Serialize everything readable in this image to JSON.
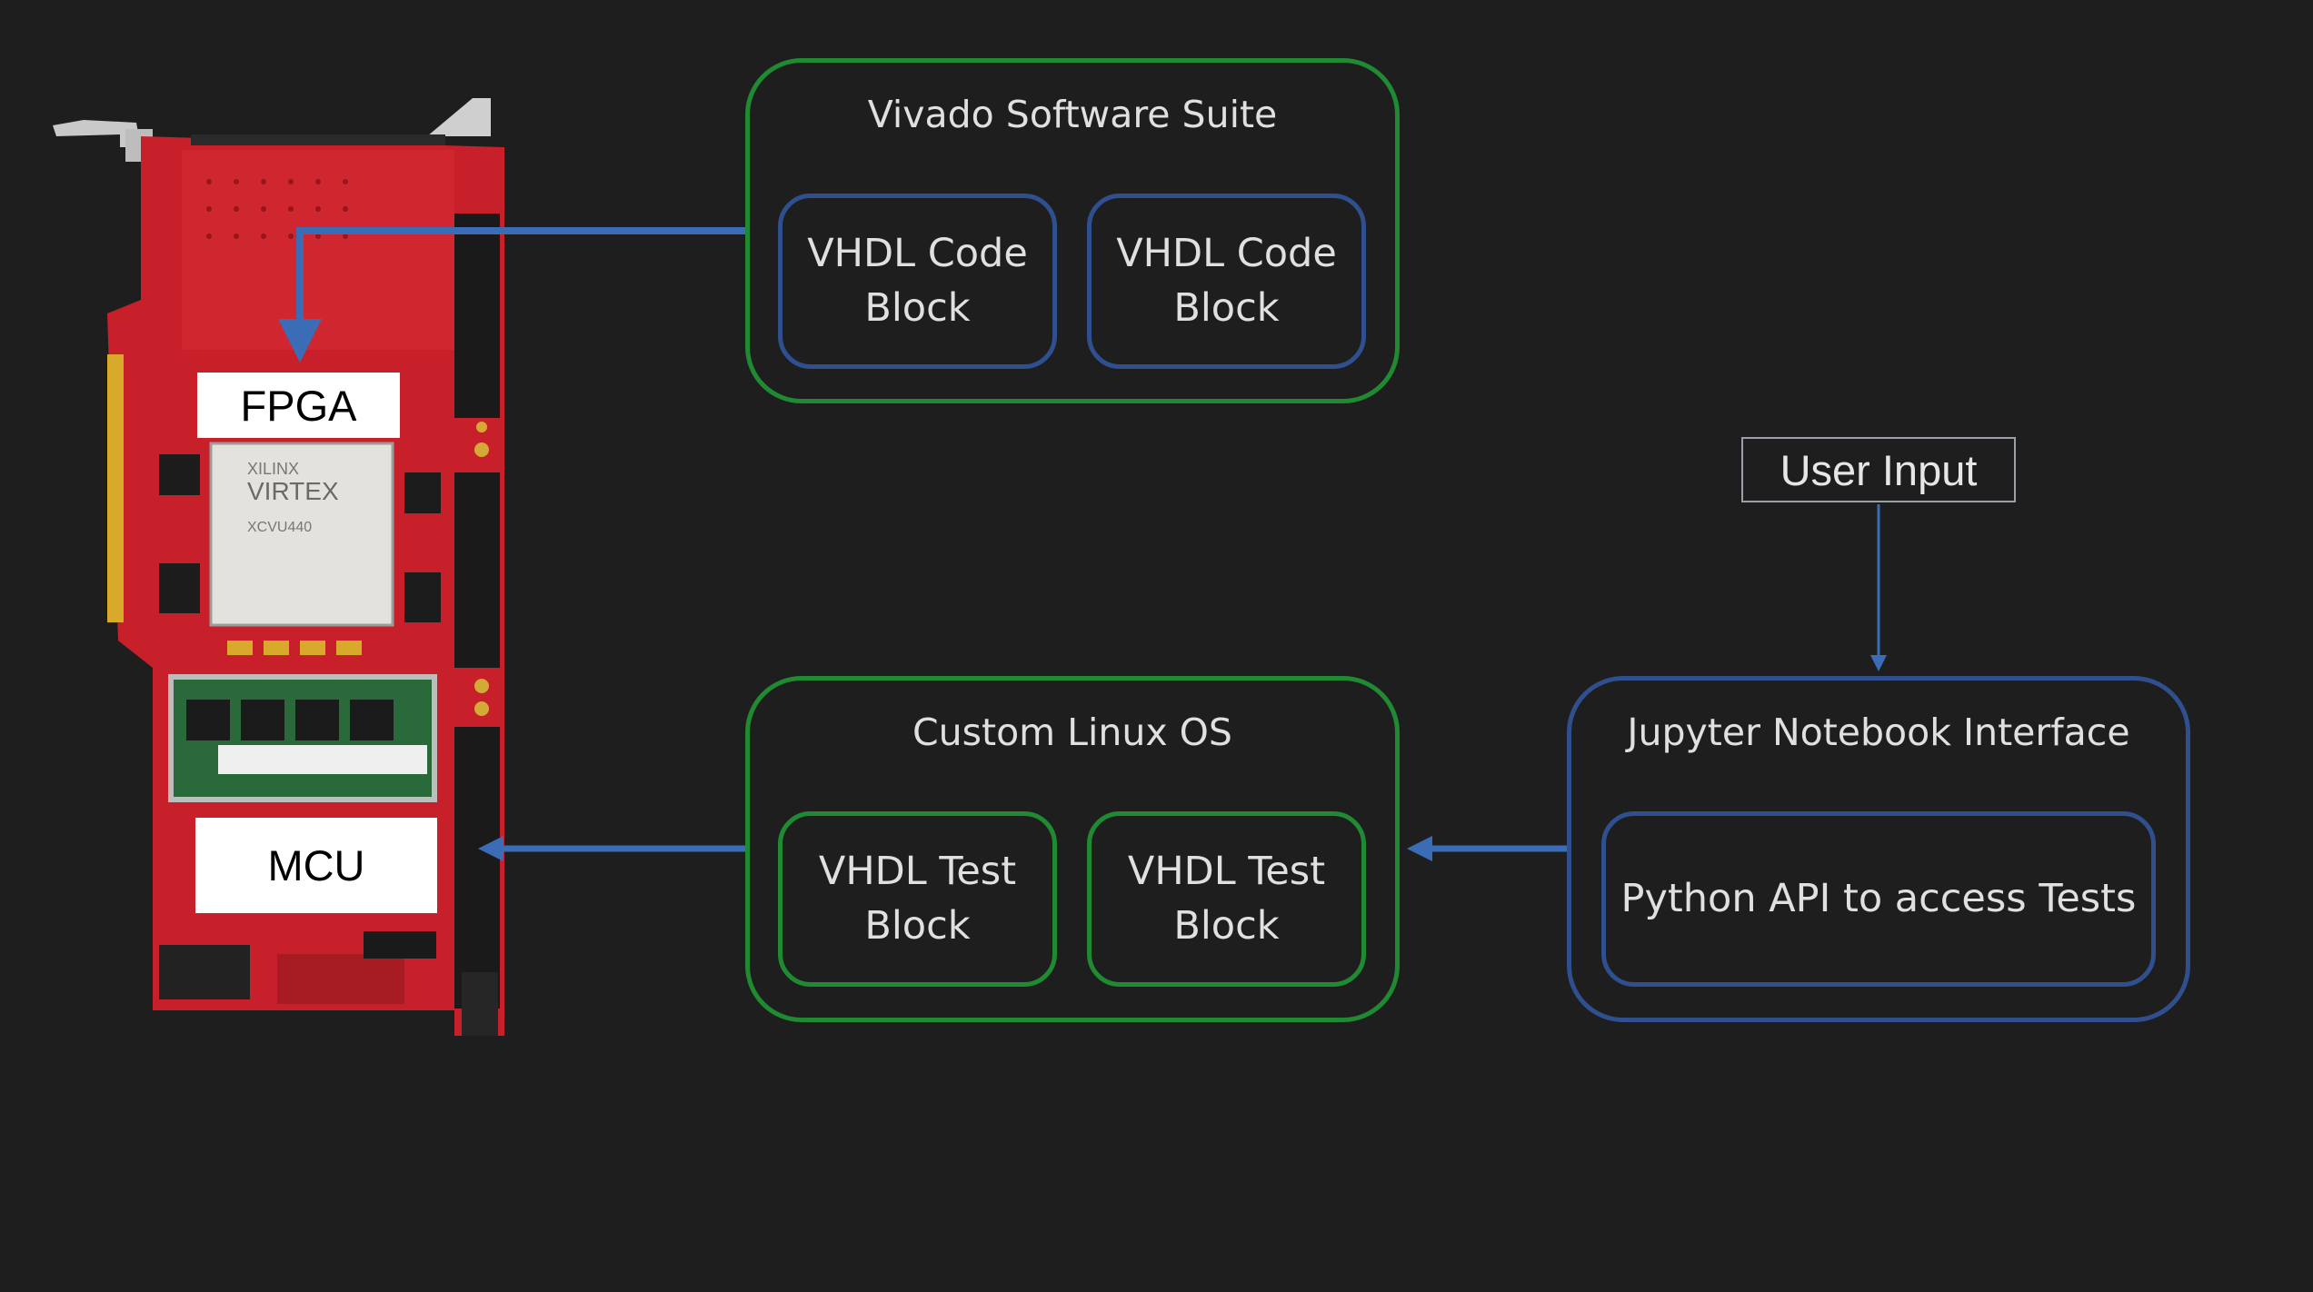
{
  "board": {
    "fpga_label": "FPGA",
    "mcu_label": "MCU",
    "chip_brand": "XILINX",
    "chip_family": "VIRTEX",
    "chip_model": "XCVU440"
  },
  "vivado_group": {
    "title": "Vivado Software Suite",
    "blocks": [
      "VHDL Code Block",
      "VHDL Code Block"
    ]
  },
  "linux_group": {
    "title": "Custom Linux OS",
    "blocks": [
      "VHDL Test Block",
      "VHDL Test Block"
    ]
  },
  "jupyter_group": {
    "title": "Jupyter Notebook Interface",
    "block": "Python API to access Tests"
  },
  "user_input": {
    "label": "User Input"
  },
  "colors": {
    "background": "#1e1e1e",
    "green_border": "#1f8a32",
    "blue_border": "#2f4f8f",
    "arrow": "#3a6db5",
    "board_red": "#c8202a"
  }
}
